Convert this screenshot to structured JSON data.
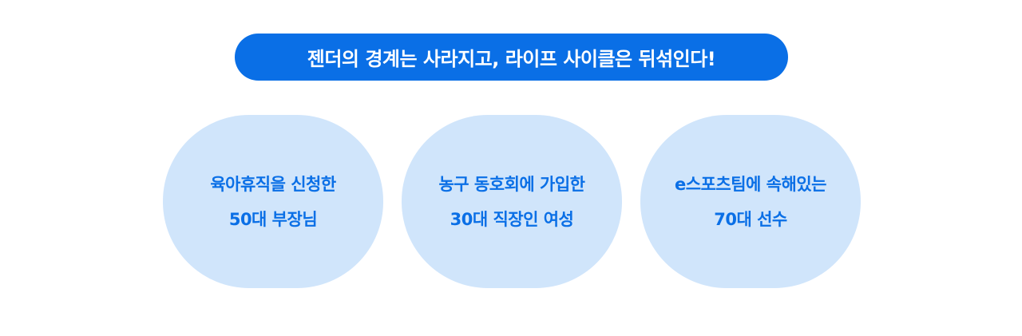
{
  "headline": "젠더의 경계는 사라지고, 라이프 사이클은 뒤섞인다!",
  "colors": {
    "primary": "#0a6fe6",
    "card_background": "#d0e5fb",
    "page_background": "#ffffff"
  },
  "cards": [
    {
      "line1": "육아휴직을 신청한",
      "line2": "50대 부장님"
    },
    {
      "line1": "농구 동호회에 가입한",
      "line2": "30대 직장인 여성"
    },
    {
      "line1": "e스포츠팀에 속해있는",
      "line2": "70대 선수"
    }
  ]
}
